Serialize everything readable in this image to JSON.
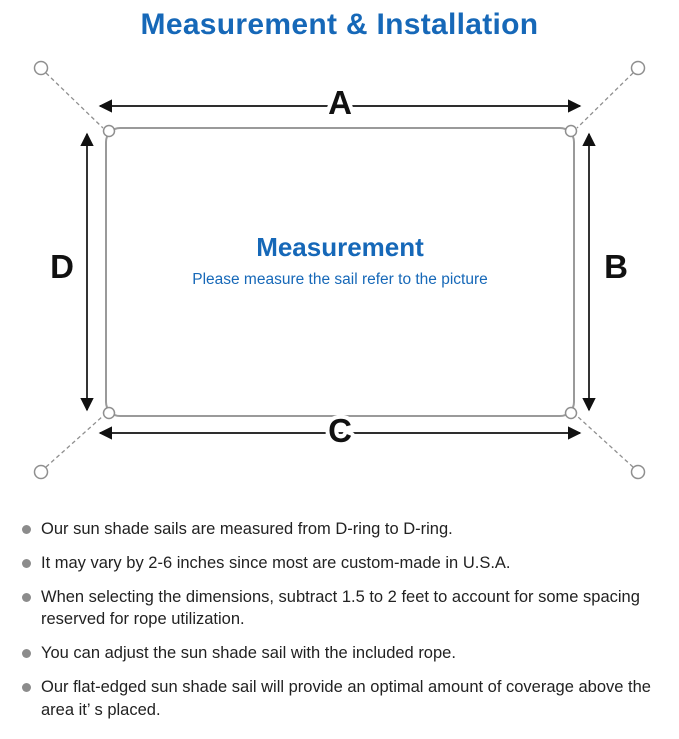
{
  "colors": {
    "accent_blue": "#1668b8",
    "line_gray": "#8f8f8f",
    "arrow_black": "#111111",
    "bullet_gray": "#8c8c8c",
    "text_dark": "#222222"
  },
  "header": {
    "title": "Measurement & Installation"
  },
  "diagram": {
    "labels": {
      "top": "A",
      "right": "B",
      "bottom": "C",
      "left": "D"
    },
    "center": {
      "title": "Measurement",
      "subtitle": "Please measure the sail refer to the picture"
    }
  },
  "notes": {
    "items": [
      "Our sun shade sails are measured from D-ring to D-ring.",
      "It may vary by 2-6 inches since most are custom-made in U.S.A.",
      "When selecting the dimensions, subtract 1.5 to 2 feet to account for some spacing reserved for rope utilization.",
      "You can adjust the sun shade sail with the included rope.",
      "Our flat-edged sun shade sail will provide an optimal amount of coverage above the area it’ s placed."
    ]
  }
}
